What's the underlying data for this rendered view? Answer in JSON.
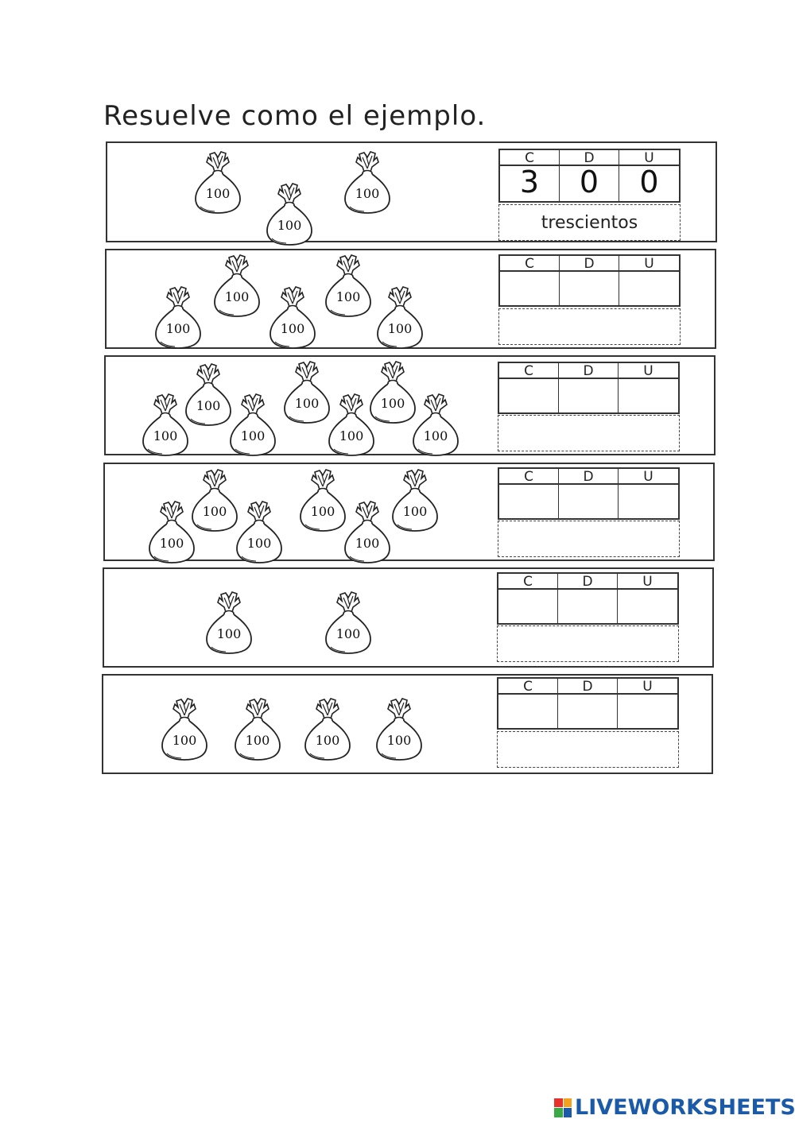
{
  "worksheet": {
    "instruction": "Resuelve como el ejemplo.",
    "bag_value": "100",
    "column_headers": [
      "C",
      "D",
      "U"
    ],
    "rows": [
      {
        "bags": 3,
        "answer_digits": [
          "3",
          "0",
          "0"
        ],
        "answer_words": "trescientos"
      },
      {
        "bags": 5,
        "answer_digits": [
          "",
          "",
          ""
        ],
        "answer_words": ""
      },
      {
        "bags": 7,
        "answer_digits": [
          "",
          "",
          ""
        ],
        "answer_words": ""
      },
      {
        "bags": 6,
        "answer_digits": [
          "",
          "",
          ""
        ],
        "answer_words": ""
      },
      {
        "bags": 2,
        "answer_digits": [
          "",
          "",
          ""
        ],
        "answer_words": ""
      },
      {
        "bags": 4,
        "answer_digits": [
          "",
          "",
          ""
        ],
        "answer_words": ""
      }
    ]
  },
  "brand": {
    "name": "LIVEWORKSHEETS",
    "icon_colors": [
      "#e5322d",
      "#f4a11d",
      "#3aa845",
      "#1a5aa8"
    ]
  }
}
